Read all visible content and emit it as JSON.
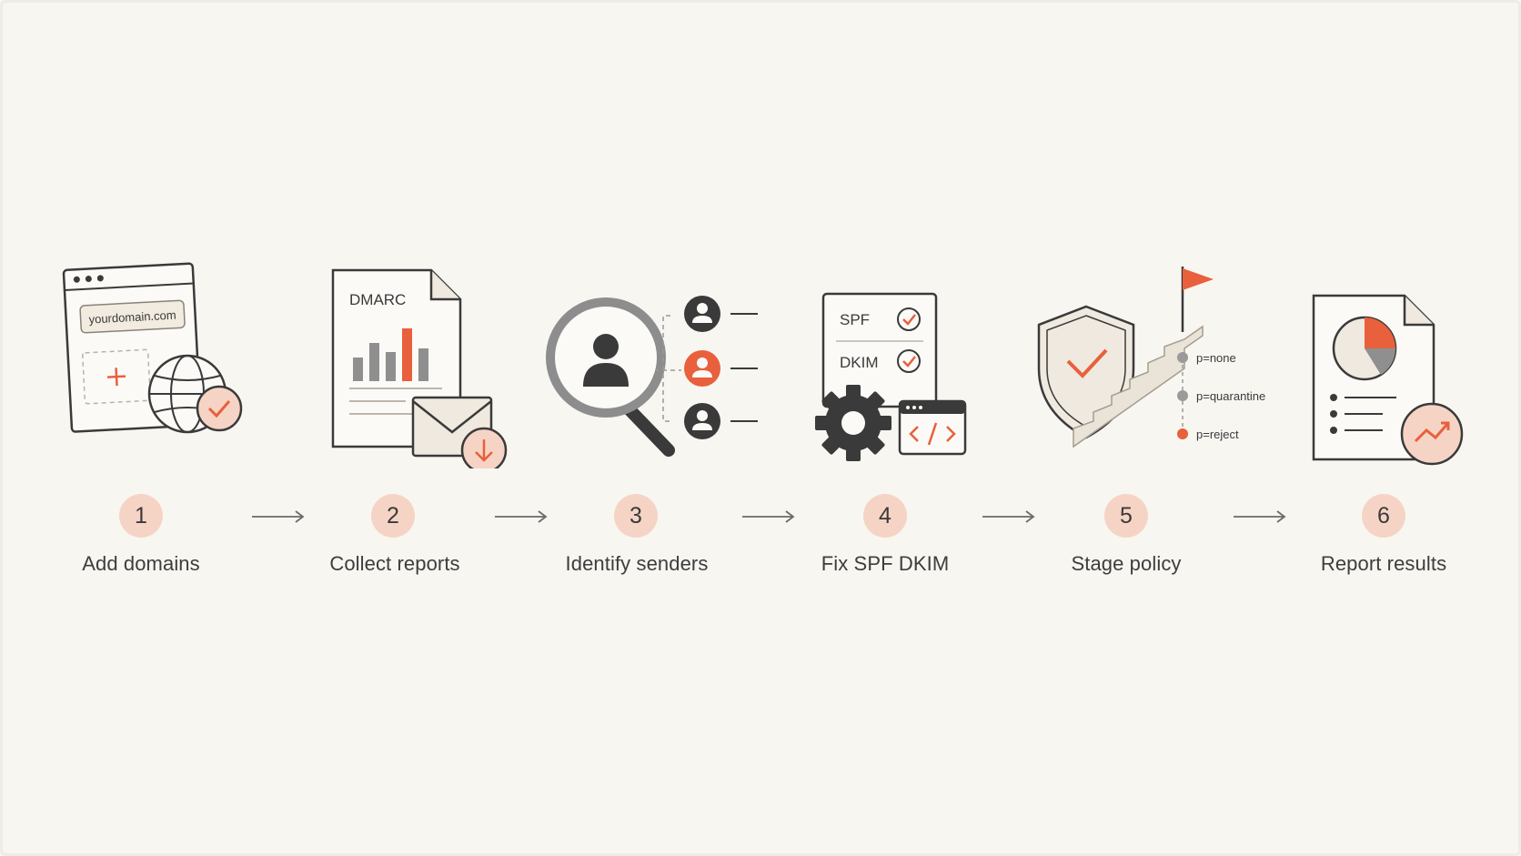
{
  "steps": [
    {
      "number": "1",
      "label": "Add domains",
      "url_text": "yourdomain.com"
    },
    {
      "number": "2",
      "label": "Collect reports",
      "doc_title": "DMARC"
    },
    {
      "number": "3",
      "label": "Identify senders"
    },
    {
      "number": "4",
      "label": "Fix SPF DKIM",
      "check1": "SPF",
      "check2": "DKIM"
    },
    {
      "number": "5",
      "label": "Stage policy",
      "policies": [
        "p=none",
        "p=quarantine",
        "p=reject"
      ]
    },
    {
      "number": "6",
      "label": "Report results"
    }
  ],
  "colors": {
    "background": "#f8f6f1",
    "accent": "#e8603c",
    "badge": "#f6d4c5",
    "ink": "#3a3a3a"
  },
  "icons": [
    "browser-domain-icon",
    "globe-check-icon",
    "dmarc-report-icon",
    "envelope-download-icon",
    "magnifier-user-icon",
    "sender-list-icon",
    "spf-dkim-checklist-icon",
    "gear-icon",
    "code-window-icon",
    "shield-check-icon",
    "staircase-flag-icon",
    "pie-chart-report-icon",
    "trend-up-icon"
  ]
}
